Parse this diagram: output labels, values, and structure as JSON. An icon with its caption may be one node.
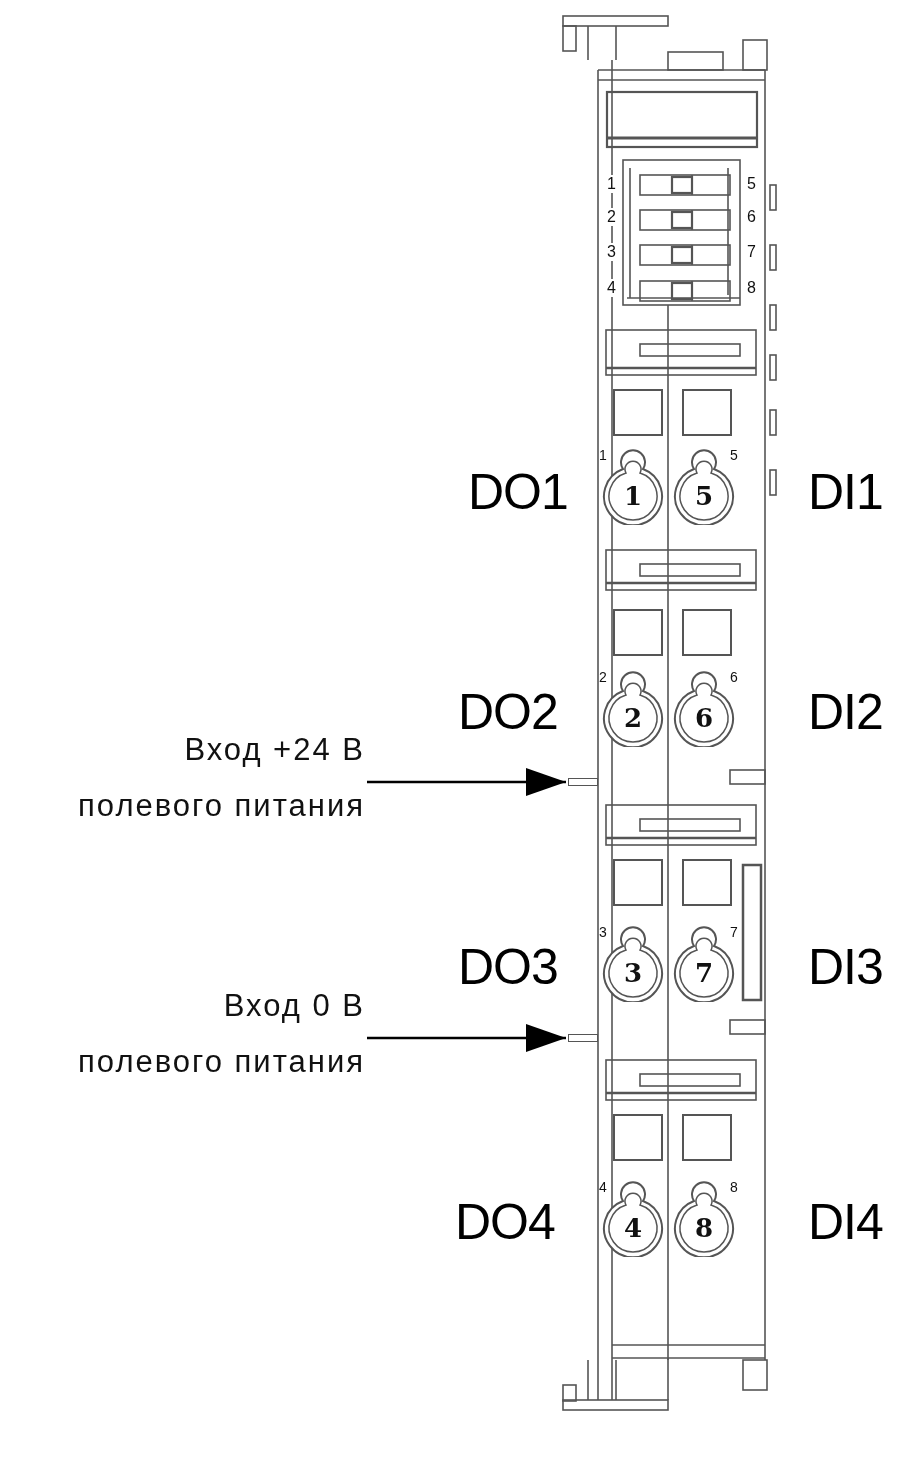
{
  "diagram": {
    "nodes": [
      {
        "text": [
          "1"
        ],
        "beside": [
          "1"
        ]
      },
      {
        "text": [
          "5"
        ],
        "beside": [
          "5"
        ]
      },
      {
        "text": [
          "2"
        ],
        "beside": [
          "2"
        ]
      },
      {
        "text": [
          "6"
        ],
        "beside": [
          "6"
        ]
      },
      {
        "text": [
          "Вход +24 В полевого питания"
        ]
      },
      {
        "text": [],
        "shape": "bar"
      },
      {
        "text": [
          "3"
        ],
        "beside": [
          "3"
        ]
      },
      {
        "text": [
          "7"
        ],
        "beside": [
          "7"
        ]
      },
      {
        "text": [
          "Вход 0 В полевого питания"
        ]
      },
      {
        "text": [],
        "shape": "bar"
      },
      {
        "text": [
          "4"
        ],
        "beside": [
          "4"
        ]
      },
      {
        "text": [
          "8"
        ],
        "beside": [
          "8"
        ]
      }
    ],
    "edges": [
      {
        "from": 4,
        "to": 5,
        "arrow": "to"
      },
      {
        "from": 8,
        "to": 9,
        "arrow": "to"
      }
    ],
    "labels": [
      "1",
      "5",
      "2",
      "6",
      "3",
      "7",
      "4",
      "8",
      "DO1",
      "DI1",
      "DO2",
      "DI2",
      "DO3",
      "DI3",
      "DO4",
      "DI4"
    ]
  }
}
